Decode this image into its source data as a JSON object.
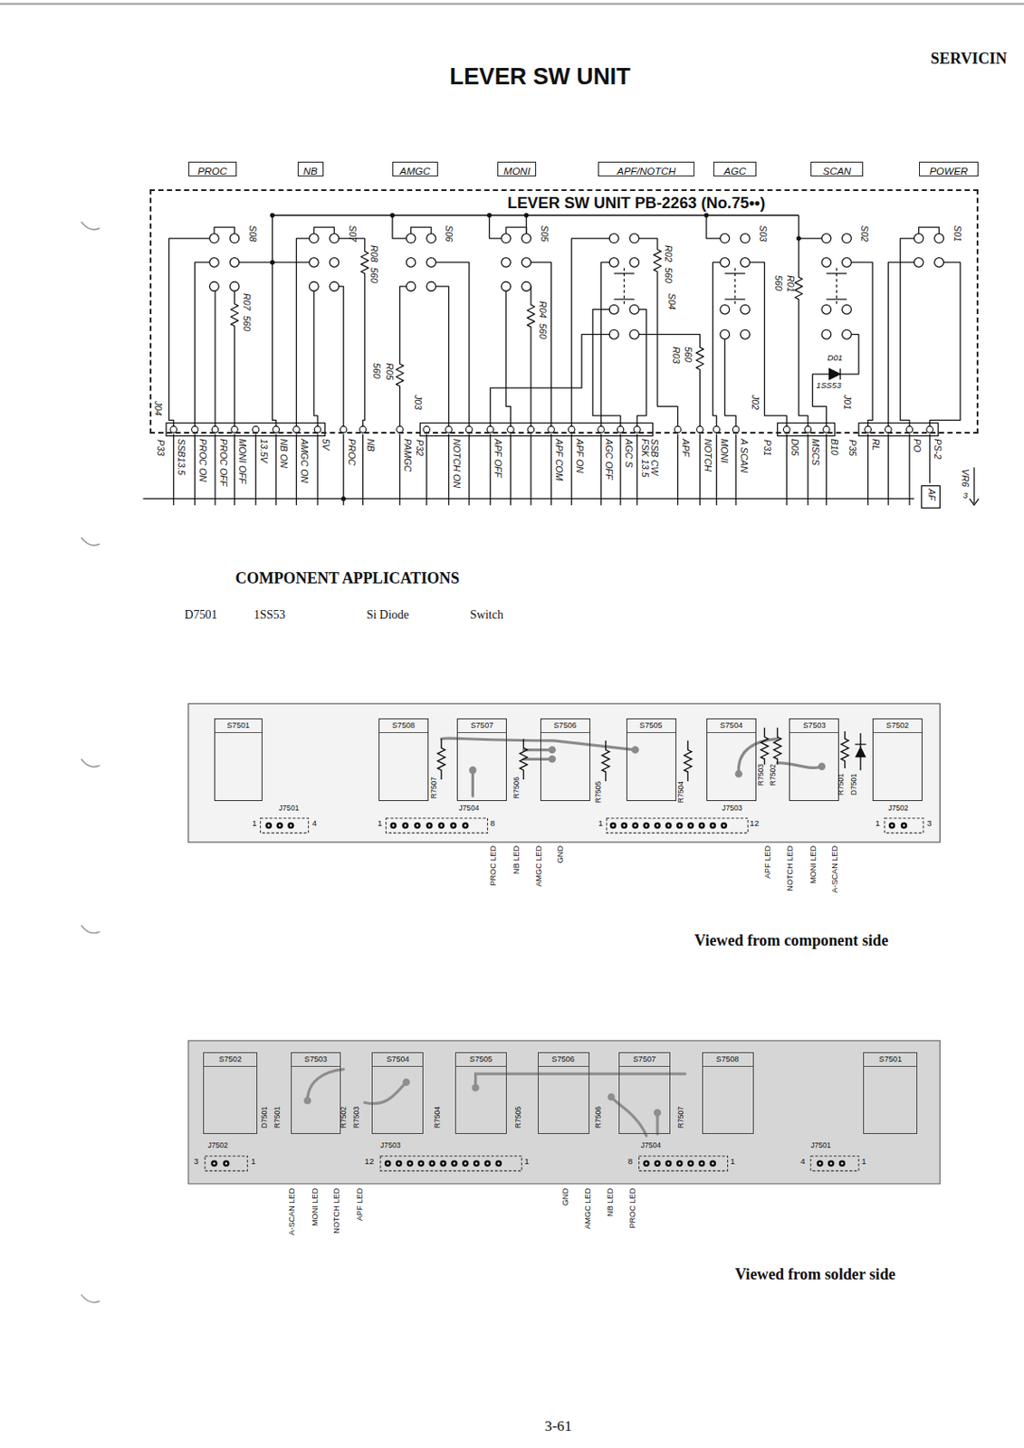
{
  "diagram": {
    "title": "LEVER SW UNIT",
    "nodes": [
      {
        "text": [
          "PROC"
        ]
      },
      {
        "text": [
          "NB"
        ]
      },
      {
        "text": [
          "AMGC"
        ]
      },
      {
        "text": [
          "MONI"
        ]
      },
      {
        "text": [
          "APF/NOTCH"
        ]
      },
      {
        "text": [
          "AGC"
        ]
      },
      {
        "text": [
          "SCAN"
        ]
      },
      {
        "text": [
          "POWER"
        ]
      },
      {
        "text": [
          "LEVER SW UNIT PB-2263 (No.75••)"
        ]
      },
      {
        "text": [
          "S7501"
        ]
      },
      {
        "text": [
          "S7508"
        ]
      },
      {
        "text": [
          "S7507"
        ]
      },
      {
        "text": [
          "S7506"
        ]
      },
      {
        "text": [
          "S7505"
        ]
      },
      {
        "text": [
          "S7504"
        ]
      },
      {
        "text": [
          "S7503"
        ]
      },
      {
        "text": [
          "S7502"
        ]
      },
      {
        "text": [
          "S7502"
        ]
      },
      {
        "text": [
          "S7503"
        ]
      },
      {
        "text": [
          "S7504"
        ]
      },
      {
        "text": [
          "S7505"
        ]
      },
      {
        "text": [
          "S7506"
        ]
      },
      {
        "text": [
          "S7507"
        ]
      },
      {
        "text": [
          "S7508"
        ]
      },
      {
        "text": [
          "S7501"
        ]
      }
    ],
    "labels": [
      "SERVICIN",
      "S08",
      "R07",
      "560",
      "S07",
      "R08",
      "560",
      "S06",
      "S05",
      "R04",
      "560",
      "R02",
      "560",
      "S04",
      "R03",
      "560",
      "S03",
      "R01",
      "560",
      "S02",
      "D01",
      "1SS53",
      "S01",
      "R05",
      "560",
      "J04",
      "P33",
      "J03",
      "P32",
      "J02",
      "P31",
      "J01",
      "P35",
      "SSB13.5",
      "PROC ON",
      "PROC OFF",
      "MONI OFF",
      "13.5V",
      "NB ON",
      "AMGC ON",
      "5V",
      "PROC",
      "NB",
      "PAMGC",
      "NOTCH ON",
      "APF OFF",
      "APF COM",
      "APF ON",
      "AGC OFF",
      "AGC S",
      "SSB CW FSK 13.5",
      "APF",
      "NOTCH",
      "MONI",
      "A SCAN",
      "D05",
      "MSCS",
      "B10",
      "RL",
      "PO",
      "PS-2",
      "VR6",
      "3",
      "AF",
      "COMPONENT APPLICATIONS",
      "D7501",
      "1SS53",
      "Si Diode",
      "Switch",
      "J7501",
      "1",
      "4",
      "J7504",
      "1",
      "8",
      "J7503",
      "1",
      "12",
      "J7502",
      "1",
      "3",
      "R7507",
      "R7506",
      "R7505",
      "R7504",
      "R7503",
      "R7502",
      "R7501",
      "D7501",
      "PROC LED",
      "NB LED",
      "AMGC LED",
      "GND",
      "APF LED",
      "NOTCH LED",
      "MONI LED",
      "A-SCAN LED",
      "Viewed from component side",
      "J7502",
      "3",
      "1",
      "J7503",
      "12",
      "1",
      "J7504",
      "8",
      "1",
      "J7501",
      "4",
      "1",
      "D7501",
      "R7501",
      "R7502",
      "R7503",
      "R7504",
      "R7505",
      "R7506",
      "R7507",
      "A-SCAN LED",
      "MONI LED",
      "NOTCH LED",
      "APF LED",
      "GND",
      "AMGC LED",
      "NB LED",
      "PROC LED",
      "Viewed from solder side",
      "3-61"
    ]
  }
}
